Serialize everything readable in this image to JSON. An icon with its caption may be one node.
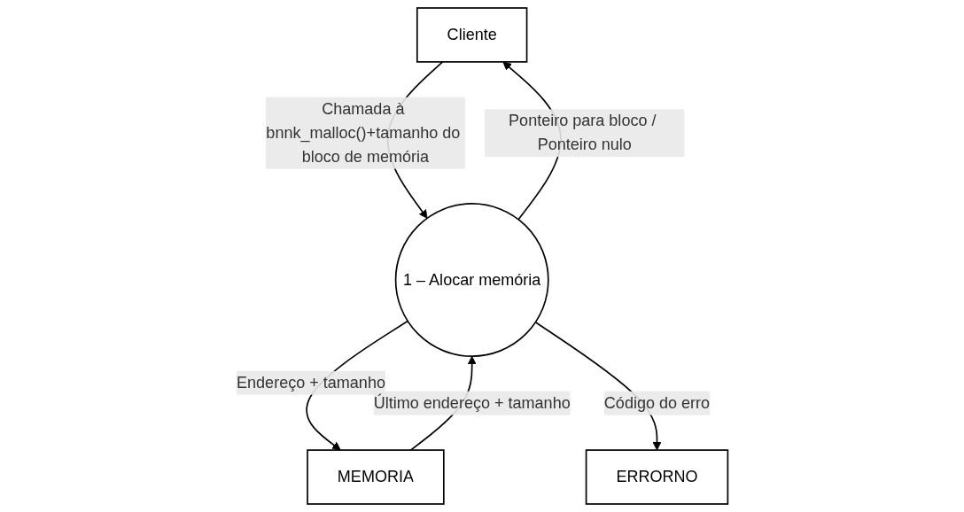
{
  "diagram": {
    "nodes": [
      {
        "text": [
          "Cliente"
        ]
      },
      {
        "text": [
          "1 – Alocar memória"
        ]
      },
      {
        "text": [
          "MEMORIA"
        ]
      },
      {
        "text": [
          "ERRORNO"
        ]
      }
    ],
    "edges": [
      {
        "from": 0,
        "to": 1,
        "arrow": "to",
        "label": "Chamada à bnnk_malloc()+tamanho do bloco de memória"
      },
      {
        "from": 1,
        "to": 0,
        "arrow": "to",
        "label": "Ponteiro para bloco / Ponteiro nulo"
      },
      {
        "from": 1,
        "to": 2,
        "arrow": "to",
        "label": "Endereço + tamanho"
      },
      {
        "from": 2,
        "to": 1,
        "arrow": "to",
        "label": "Último endereço + tamanho"
      },
      {
        "from": 1,
        "to": 3,
        "arrow": "to",
        "label": "Código do erro"
      }
    ]
  }
}
